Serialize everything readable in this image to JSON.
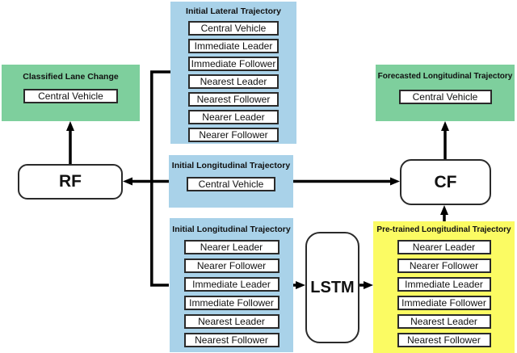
{
  "panels": {
    "initial_lateral": {
      "title": "Initial Lateral Trajectory",
      "items": [
        "Central Vehicle",
        "Immediate Leader",
        "Immediate Follower",
        "Nearest Leader",
        "Nearest Follower",
        "Nearer Leader",
        "Nearer Follower"
      ]
    },
    "classified_lane_change": {
      "title": "Classified Lane Change",
      "items": [
        "Central Vehicle"
      ]
    },
    "forecasted_longitudinal": {
      "title": "Forecasted Longitudinal Trajectory",
      "items": [
        "Central Vehicle"
      ]
    },
    "initial_longitudinal_mid": {
      "title": "Initial Longitudinal Trajectory",
      "items": [
        "Central Vehicle"
      ]
    },
    "initial_longitudinal_bottom": {
      "title": "Initial Longitudinal Trajectory",
      "items": [
        "Nearer Leader",
        "Nearer Follower",
        "Immediate Leader",
        "Immediate Follower",
        "Nearest Leader",
        "Nearest Follower"
      ]
    },
    "pretrained_longitudinal": {
      "title": "Pre-trained Longitudinal Trajectory",
      "items": [
        "Nearer Leader",
        "Nearer Follower",
        "Immediate Leader",
        "Immediate Follower",
        "Nearest Leader",
        "Nearest Follower"
      ]
    }
  },
  "nodes": {
    "rf": "RF",
    "cf": "CF",
    "lstm": "LSTM"
  },
  "colors": {
    "panel_blue": "#a9d2e9",
    "panel_green": "#7ecf9d",
    "panel_yellow": "#fbfb63",
    "chip_background": "#ffffff",
    "line": "#000000"
  }
}
